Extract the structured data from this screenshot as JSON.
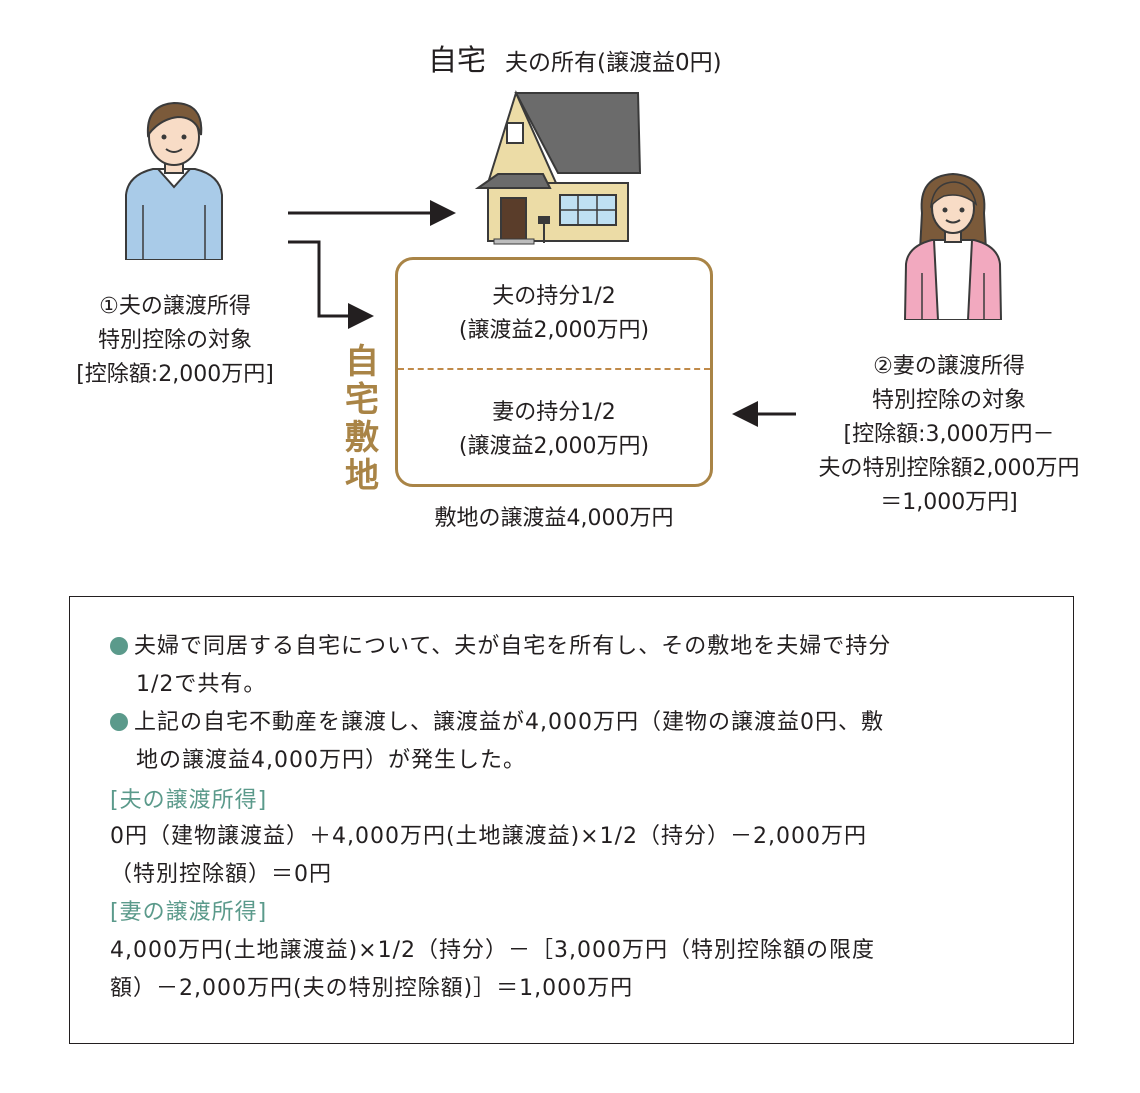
{
  "house_title": {
    "main": "自宅",
    "sub": "夫の所有(譲渡益0円)"
  },
  "husband": {
    "caption": [
      "①夫の譲渡所得",
      "特別控除の対象",
      "[控除額:2,000万円]"
    ]
  },
  "wife": {
    "caption": [
      "②妻の譲渡所得",
      "特別控除の対象",
      "[控除額:3,000万円－",
      "夫の特別控除額2,000万円",
      "＝1,000万円]"
    ]
  },
  "land": {
    "vertical_label": [
      "自",
      "宅",
      "敷",
      "地"
    ],
    "husband_share": [
      "夫の持分1/2",
      "(譲渡益2,000万円)"
    ],
    "wife_share": [
      "妻の持分1/2",
      "(譲渡益2,000万円)"
    ],
    "gain": "敷地の譲渡益4,000万円"
  },
  "info": {
    "bullet1": [
      "夫婦で同居する自宅について、夫が自宅を所有し、その敷地を夫婦で持分",
      "1/2で共有。"
    ],
    "bullet2": [
      "上記の自宅不動産を譲渡し、譲渡益が4,000万円（建物の譲渡益0円、敷",
      "地の譲渡益4,000万円）が発生した。"
    ],
    "husband_heading": "[夫の譲渡所得]",
    "husband_calc": [
      "0円（建物譲渡益）＋4,000万円(土地譲渡益)×1/2（持分）－2,000万円",
      "（特別控除額）＝0円"
    ],
    "wife_heading": "[妻の譲渡所得]",
    "wife_calc": [
      "4,000万円(土地譲渡益)×1/2（持分）－［3,000万円（特別控除額の限度",
      "額）－2,000万円(夫の特別控除額)］＝1,000万円"
    ]
  },
  "colors": {
    "land_accent": "#a98446",
    "info_accent": "#5b9a8b",
    "wife_jacket": "#f2a9bf",
    "husband_sweater": "#a9cbe8"
  }
}
